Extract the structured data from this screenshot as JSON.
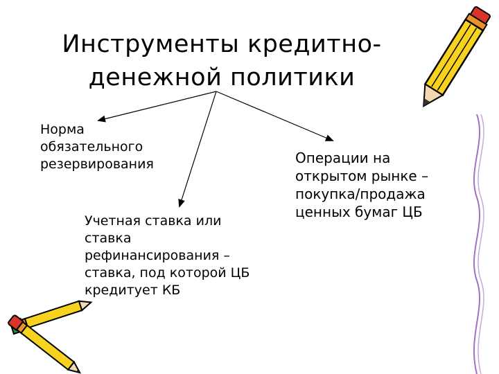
{
  "title": {
    "line1": "Инструменты кредитно-",
    "line2": "денежной политики"
  },
  "blocks": {
    "reserve": {
      "lines": [
        "Норма",
        "обязательного",
        "резервирования"
      ]
    },
    "discount": {
      "lines": [
        "Учетная ставка или",
        "ставка",
        "рефинансирования –",
        "ставка, под которой ЦБ",
        "кредитует КБ"
      ]
    },
    "open_market": {
      "lines": [
        "Операции на",
        "открытом рынке –",
        "покупка/продажа",
        "ценных бумаг ЦБ"
      ]
    }
  },
  "icons": [
    "pencil-icon",
    "crossed-pencils-icon",
    "spiral-binding-icon"
  ],
  "colors": {
    "pencil_yellow": "#f7d21e",
    "pencil_outline": "#000000",
    "eraser_green": "#2e8b3a",
    "pencil_tip_red": "#d8342a",
    "ferrule_orange": "#e8922a",
    "spiral_purple": "#a070c8"
  }
}
